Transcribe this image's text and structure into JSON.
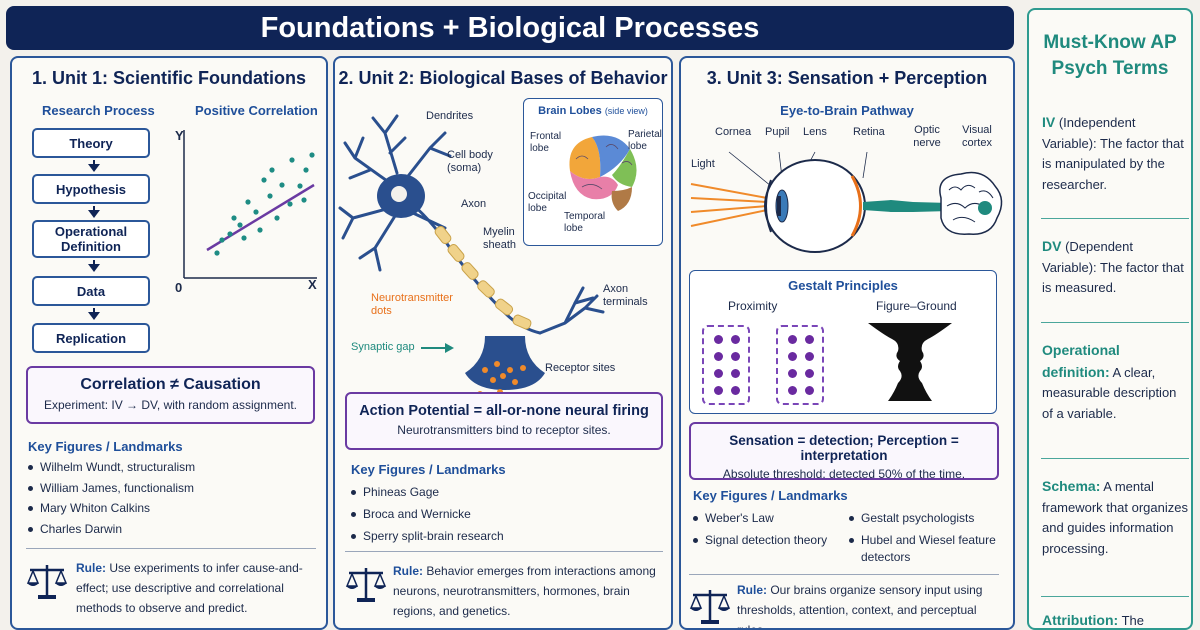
{
  "title": "Foundations + Biological Processes",
  "unit1": {
    "title": "1. Unit 1: Scientific Foundations",
    "research_label": "Research Process",
    "steps": [
      "Theory",
      "Hypothesis",
      "Operational Definition",
      "Data",
      "Replication"
    ],
    "correlation_label": "Positive Correlation",
    "axis_y": "Y",
    "axis_x": "X",
    "axis_origin": "0",
    "callout_title": "Correlation ≠ Causation",
    "callout_text": "Experiment: IV → DV, with random assignment.",
    "kf_title": "Key Figures / Landmarks",
    "key_figures": [
      "Wilhelm Wundt, structuralism",
      "William James, functionalism",
      "Mary Whiton Calkins",
      "Charles Darwin"
    ],
    "rule_label": "Rule:",
    "rule_text": "Use experiments to infer cause-and-effect; use descriptive and correlational methods to observe and predict."
  },
  "unit2": {
    "title": "2. Unit 2: Biological Bases of Behavior",
    "neuron_labels": {
      "dendrites": "Dendrites",
      "cell_body": "Cell body (soma)",
      "axon": "Axon",
      "myelin": "Myelin sheath",
      "terminals": "Axon terminals",
      "nt_dots": "Neurotransmitter dots",
      "gap": "Synaptic gap",
      "receptors": "Receptor sites"
    },
    "brain_title": "Brain Lobes",
    "brain_subtitle": "(side view)",
    "lobes": {
      "frontal": "Frontal lobe",
      "parietal": "Parietal lobe",
      "occipital": "Occipital lobe",
      "temporal": "Temporal lobe"
    },
    "callout_title": "Action Potential = all-or-none neural firing",
    "callout_text": "Neurotransmitters bind to receptor sites.",
    "kf_title": "Key Figures / Landmarks",
    "key_figures": [
      "Phineas Gage",
      "Broca and Wernicke",
      "Sperry split-brain research"
    ],
    "rule_label": "Rule:",
    "rule_text": "Behavior emerges from interactions among neurons, neurotransmitters, hormones, brain regions, and genetics."
  },
  "unit3": {
    "title": "3. Unit 3: Sensation + Perception",
    "eye_title": "Eye-to-Brain Pathway",
    "eye_labels": {
      "light": "Light",
      "cornea": "Cornea",
      "pupil": "Pupil",
      "lens": "Lens",
      "retina": "Retina",
      "optic": "Optic nerve",
      "visual": "Visual cortex"
    },
    "gestalt_title": "Gestalt Principles",
    "proximity": "Proximity",
    "figure_ground": "Figure–Ground",
    "callout_title": "Sensation = detection; Perception = interpretation",
    "callout_text": "Absolute threshold: detected 50% of the time.",
    "kf_title": "Key Figures / Landmarks",
    "key_figures_left": [
      "Weber's Law",
      "Signal detection theory"
    ],
    "key_figures_right": [
      "Gestalt psychologists",
      "Hubel and Wiesel feature detectors"
    ],
    "rule_label": "Rule:",
    "rule_text": "Our brains organize sensory input using thresholds, attention, context, and perceptual rules."
  },
  "sidebar": {
    "title": "Must-Know AP Psych Terms",
    "terms": [
      {
        "term": "IV",
        "rest": " (Independent Variable): The factor that is manipulated by the researcher."
      },
      {
        "term": "DV",
        "rest": " (Dependent Variable): The factor that is measured."
      },
      {
        "term": "Operational definition:",
        "rest": " A clear, measurable description of a variable."
      },
      {
        "term": "Schema:",
        "rest": " A mental framework that organizes and guides information processing."
      },
      {
        "term": "Attribution:",
        "rest": " The"
      }
    ]
  },
  "colors": {
    "navy": "#0f2456",
    "blue": "#2b5799",
    "purple": "#6a3aa2",
    "teal": "#1f8a7e",
    "neuron": "#2a4f8e"
  }
}
